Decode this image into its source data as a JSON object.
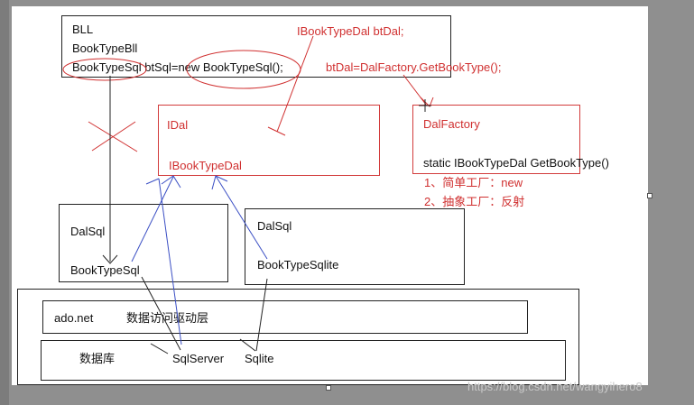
{
  "bll": {
    "title": "BLL",
    "class_line": "BookTypeBll",
    "code_line": "BookTypeSql btSql=new BookTypeSql();"
  },
  "annotations": {
    "field_decl": "IBookTypeDal btDal;",
    "factory_call": "btDal=DalFactory.GetBookType();"
  },
  "idal": {
    "title": "IDal",
    "interface": "IBookTypeDal"
  },
  "dal_factory": {
    "title": "DalFactory",
    "method": "static IBookTypeDal GetBookType()",
    "notes": [
      "1、简单工厂：new",
      "2、抽象工厂：反射"
    ]
  },
  "dal_sql": {
    "title": "DalSql",
    "class": "BookTypeSql"
  },
  "dal_sqlite": {
    "title": "DalSql",
    "class": "BookTypeSqlite"
  },
  "ado": {
    "name": "ado.net",
    "desc": "数据访问驱动层"
  },
  "database": {
    "label": "数据库",
    "sqlserver": "SqlServer",
    "sqlite": "Sqlite"
  },
  "watermark": "https://blog.csdn.net/wangyihero8",
  "colors": {
    "annotation_red": "#d03030",
    "arrow_blue": "#3b4fc4",
    "line_black": "#222222"
  }
}
